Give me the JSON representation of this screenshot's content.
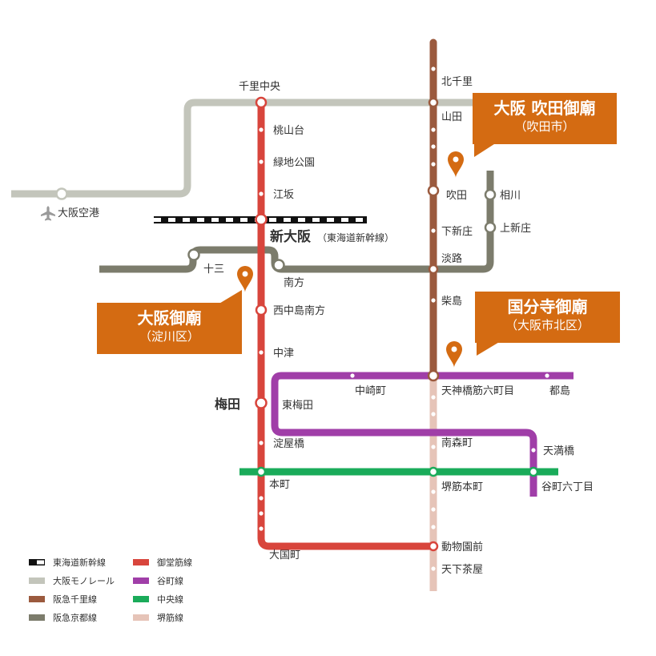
{
  "lines": {
    "tokaido": {
      "name": "東海道新幹線",
      "color": "#111111"
    },
    "monorail": {
      "name": "大阪モノレール",
      "color": "#c3c5bb"
    },
    "senri": {
      "name": "阪急千里線",
      "color": "#9b5a3e"
    },
    "kyoto": {
      "name": "阪急京都線",
      "color": "#7c7c6c"
    },
    "midosuji": {
      "name": "御堂筋線",
      "color": "#d8453c"
    },
    "tanimachi": {
      "name": "谷町線",
      "color": "#a03ea8"
    },
    "chuo": {
      "name": "中央線",
      "color": "#1aab5a"
    },
    "sakaisuji": {
      "name": "堺筋線",
      "color": "#e6c4b8"
    }
  },
  "stations": {
    "senri_chuo": "千里中央",
    "momoyamadai": "桃山台",
    "ryokuchi_koen": "緑地公園",
    "esaka": "江坂",
    "shin_osaka": "新大阪",
    "shin_osaka_note": "（東海道新幹線）",
    "nishinakajima_minamigata": "西中島南方",
    "nakatsu": "中津",
    "umeda": "梅田",
    "higashi_umeda": "東梅田",
    "yodoyabashi": "淀屋橋",
    "honmachi": "本町",
    "daikokucho": "大国町",
    "kita_senri": "北千里",
    "yamada": "山田",
    "suita": "吹田",
    "shimoshinjo": "下新庄",
    "awaji": "淡路",
    "kunijima": "柴島",
    "tenjinbashisuji": "天神橋筋六町目",
    "minamimorimachi": "南森町",
    "sakaisuji_honmachi": "堺筋本町",
    "dobutsuen_mae": "動物園前",
    "tengachaya": "天下茶屋",
    "aikawa": "相川",
    "kamishinjo": "上新庄",
    "juso": "十三",
    "minamikata": "南方",
    "osaka_airport": "大阪空港",
    "nakazakicho": "中崎町",
    "miyakojima": "都島",
    "tenmabashi": "天満橋",
    "tanimachi_6": "谷町六丁目"
  },
  "callouts": {
    "suita": {
      "title": "大阪 吹田御廟",
      "sub": "（吹田市）"
    },
    "yodogawa": {
      "title": "大阪御廟",
      "sub": "（淀川区）"
    },
    "kokubunji": {
      "title": "国分寺御廟",
      "sub": "（大阪市北区）"
    }
  },
  "accent": "#d46b12"
}
